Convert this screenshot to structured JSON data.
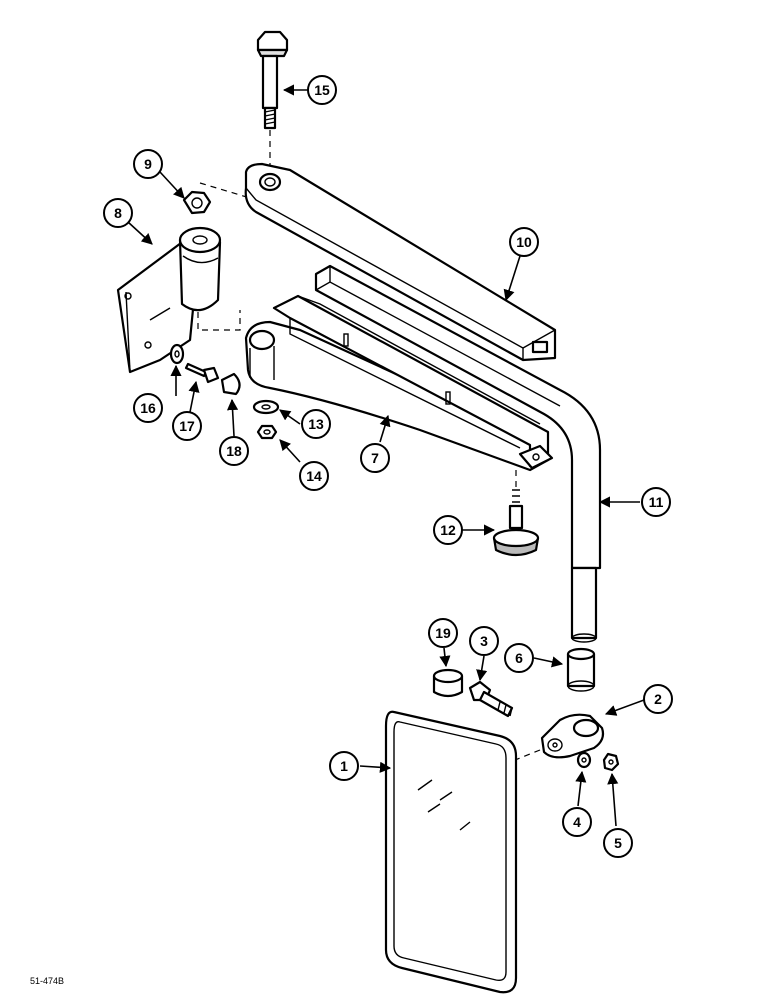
{
  "figure_reference": "51-474B",
  "callouts": [
    {
      "id": "c1",
      "label": "1"
    },
    {
      "id": "c2",
      "label": "2"
    },
    {
      "id": "c3",
      "label": "3"
    },
    {
      "id": "c4",
      "label": "4"
    },
    {
      "id": "c5",
      "label": "5"
    },
    {
      "id": "c6",
      "label": "6"
    },
    {
      "id": "c7",
      "label": "7"
    },
    {
      "id": "c8",
      "label": "8"
    },
    {
      "id": "c9",
      "label": "9"
    },
    {
      "id": "c10",
      "label": "10"
    },
    {
      "id": "c11",
      "label": "11"
    },
    {
      "id": "c12",
      "label": "12"
    },
    {
      "id": "c13",
      "label": "13"
    },
    {
      "id": "c14",
      "label": "14"
    },
    {
      "id": "c15",
      "label": "15"
    },
    {
      "id": "c16",
      "label": "16"
    },
    {
      "id": "c17",
      "label": "17"
    },
    {
      "id": "c18",
      "label": "18"
    },
    {
      "id": "c19",
      "label": "19"
    }
  ]
}
